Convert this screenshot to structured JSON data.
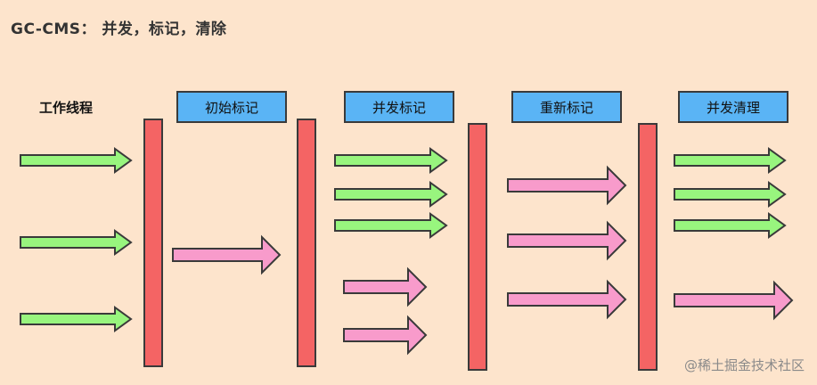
{
  "title": "GC-CMS： 并发，标记，清除",
  "row_label": "工作线程",
  "phases": [
    "初始标记",
    "并发标记",
    "重新标记",
    "并发清理"
  ],
  "watermark": "@稀土掘金技术社区",
  "colors": {
    "background": "#fde4cc",
    "phase_fill": "#5ab4f5",
    "barrier_fill": "#f46464",
    "thread_arrow": "#98f57e",
    "gc_arrow": "#f89bcb",
    "stroke": "#3a3a3a"
  },
  "segments": [
    {
      "thread_arrows": 3,
      "gc_arrows": 0
    },
    {
      "thread_arrows": 0,
      "gc_arrows": 1
    },
    {
      "thread_arrows": 3,
      "gc_arrows": 2
    },
    {
      "thread_arrows": 0,
      "gc_arrows": 3
    },
    {
      "thread_arrows": 3,
      "gc_arrows": 1
    }
  ]
}
